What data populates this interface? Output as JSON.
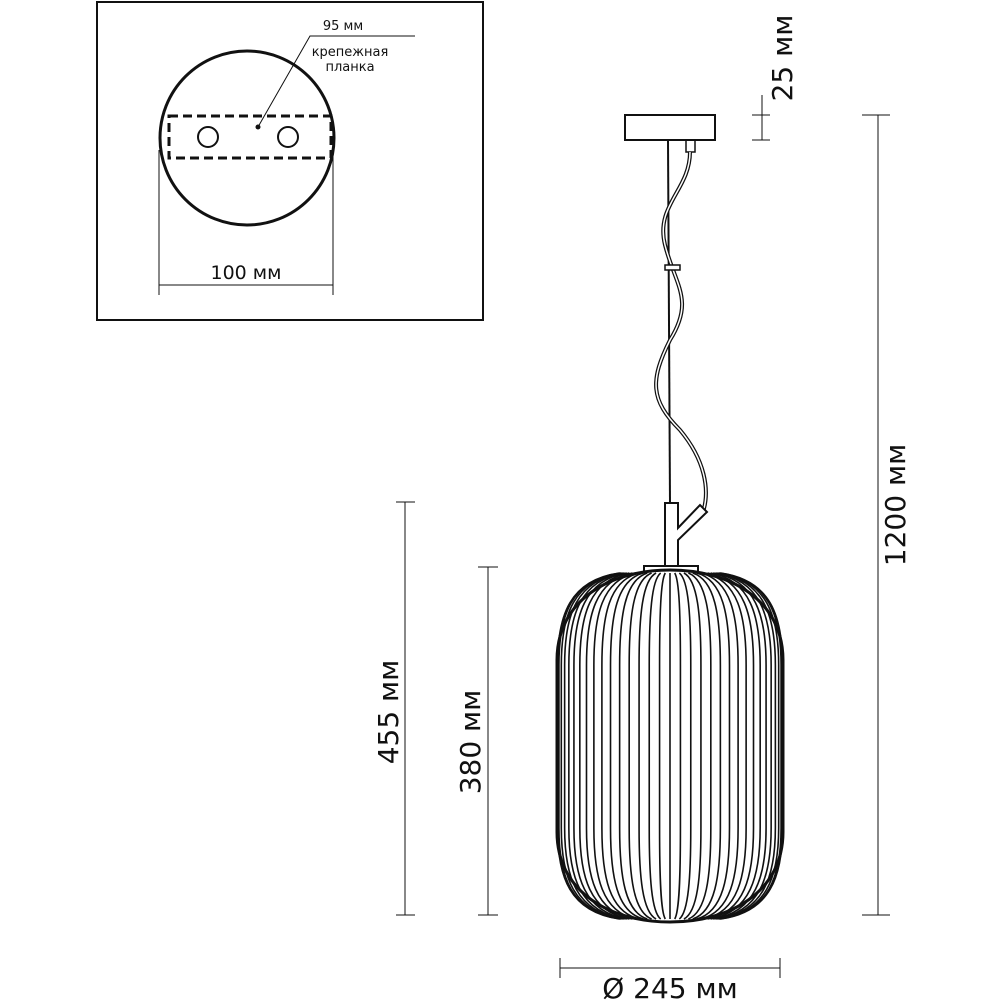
{
  "inset": {
    "bracket_width_label": "95 мм",
    "bracket_name_line1": "крепежная",
    "bracket_name_line2": "планка",
    "canopy_diameter_label": "100 мм"
  },
  "dimensions": {
    "canopy_height": "25 мм",
    "total_height": "1200 мм",
    "lamp_height": "455 мм",
    "shade_height": "380 мм",
    "shade_diameter": "Ø 245 мм"
  },
  "colors": {
    "line": "#111111",
    "background": "#ffffff"
  }
}
